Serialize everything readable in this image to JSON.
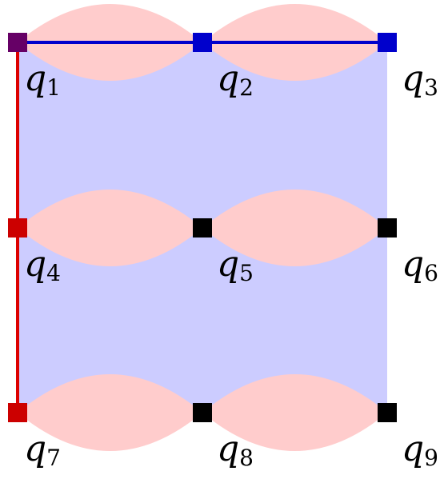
{
  "diagram": {
    "colors": {
      "background_region": "#ccccff",
      "lens": "#ffcccc",
      "node_default": "#000000",
      "node_blue": "#0000cc",
      "node_red": "#cc0000",
      "node_corner": "#660066",
      "edge_blue": "#0000cc",
      "edge_red": "#dd0000"
    },
    "qubits": [
      {
        "id": "q1",
        "label_main": "q",
        "label_sub": "1",
        "color": "corner"
      },
      {
        "id": "q2",
        "label_main": "q",
        "label_sub": "2",
        "color": "blue"
      },
      {
        "id": "q3",
        "label_main": "q",
        "label_sub": "3",
        "color": "blue"
      },
      {
        "id": "q4",
        "label_main": "q",
        "label_sub": "4",
        "color": "red"
      },
      {
        "id": "q5",
        "label_main": "q",
        "label_sub": "5",
        "color": "default"
      },
      {
        "id": "q6",
        "label_main": "q",
        "label_sub": "6",
        "color": "default"
      },
      {
        "id": "q7",
        "label_main": "q",
        "label_sub": "7",
        "color": "red"
      },
      {
        "id": "q8",
        "label_main": "q",
        "label_sub": "8",
        "color": "default"
      },
      {
        "id": "q9",
        "label_main": "q",
        "label_sub": "9",
        "color": "default"
      }
    ],
    "lenses": [
      [
        "q1",
        "q2"
      ],
      [
        "q2",
        "q3"
      ],
      [
        "q4",
        "q5"
      ],
      [
        "q5",
        "q6"
      ],
      [
        "q7",
        "q8"
      ],
      [
        "q8",
        "q9"
      ]
    ],
    "edges": [
      {
        "from": "q1",
        "to": "q2",
        "color": "blue"
      },
      {
        "from": "q2",
        "to": "q3",
        "color": "blue"
      },
      {
        "from": "q1",
        "to": "q4",
        "color": "red"
      },
      {
        "from": "q4",
        "to": "q7",
        "color": "red"
      }
    ]
  }
}
